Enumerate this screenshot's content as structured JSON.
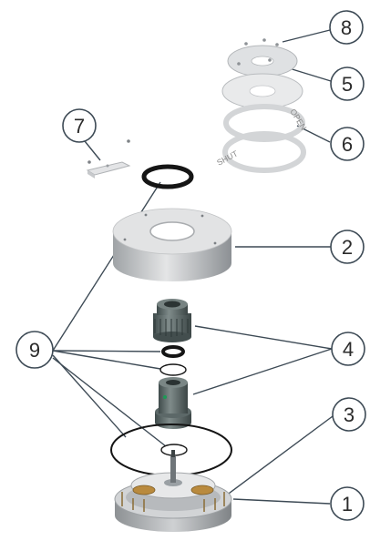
{
  "diagram": {
    "callouts": [
      {
        "id": "1",
        "label": "1"
      },
      {
        "id": "2",
        "label": "2"
      },
      {
        "id": "3",
        "label": "3"
      },
      {
        "id": "4",
        "label": "4"
      },
      {
        "id": "5",
        "label": "5"
      },
      {
        "id": "6",
        "label": "6"
      },
      {
        "id": "7",
        "label": "7"
      },
      {
        "id": "8",
        "label": "8"
      },
      {
        "id": "9",
        "label": "9"
      }
    ],
    "plate_labels": {
      "open": "OPEN",
      "shut": "SHUT"
    }
  },
  "colors": {
    "line": "#3d4a55",
    "part_gray": "#b9bcbf",
    "part_dark": "#5d6a6a",
    "ring_black": "#151515"
  }
}
